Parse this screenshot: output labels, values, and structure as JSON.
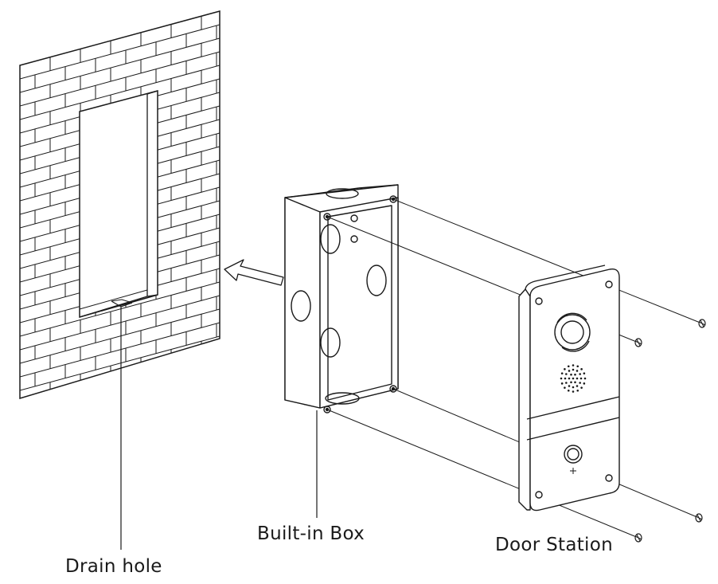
{
  "labels": {
    "drain_hole": "Drain hole",
    "built_in_box": "Built-in Box",
    "door_station": "Door Station"
  },
  "colors": {
    "line": "#1a1a1a",
    "background": "#ffffff"
  }
}
